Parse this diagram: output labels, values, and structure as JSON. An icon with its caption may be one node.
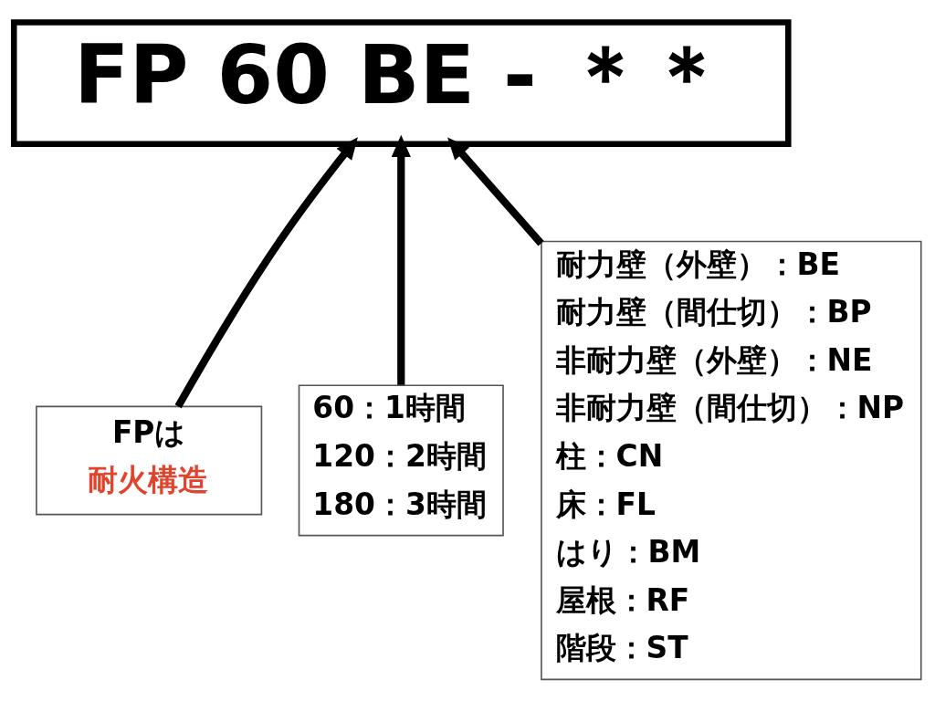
{
  "diagram": {
    "nodes": [
      {
        "text": [
          "FP 60 BE - ＊＊"
        ]
      },
      {
        "text": [
          "FPは",
          "耐火構造"
        ]
      },
      {
        "text": [
          "60：1時間",
          "120：2時間",
          "180：3時間"
        ]
      },
      {
        "text": [
          "耐力壁（外壁）：BE",
          "耐力壁（間仕切）：BP",
          "非耐力壁（外壁）：NE",
          "非耐力壁（間仕切）：NP",
          "柱：CN",
          "床：FL",
          "はり：BM",
          "屋根：RF",
          "階段：ST"
        ]
      }
    ],
    "edges": [
      {
        "from": 1,
        "to": 0,
        "arrow": "to"
      },
      {
        "from": 2,
        "to": 0,
        "arrow": "to"
      },
      {
        "from": 3,
        "to": 0,
        "arrow": "to"
      }
    ]
  }
}
